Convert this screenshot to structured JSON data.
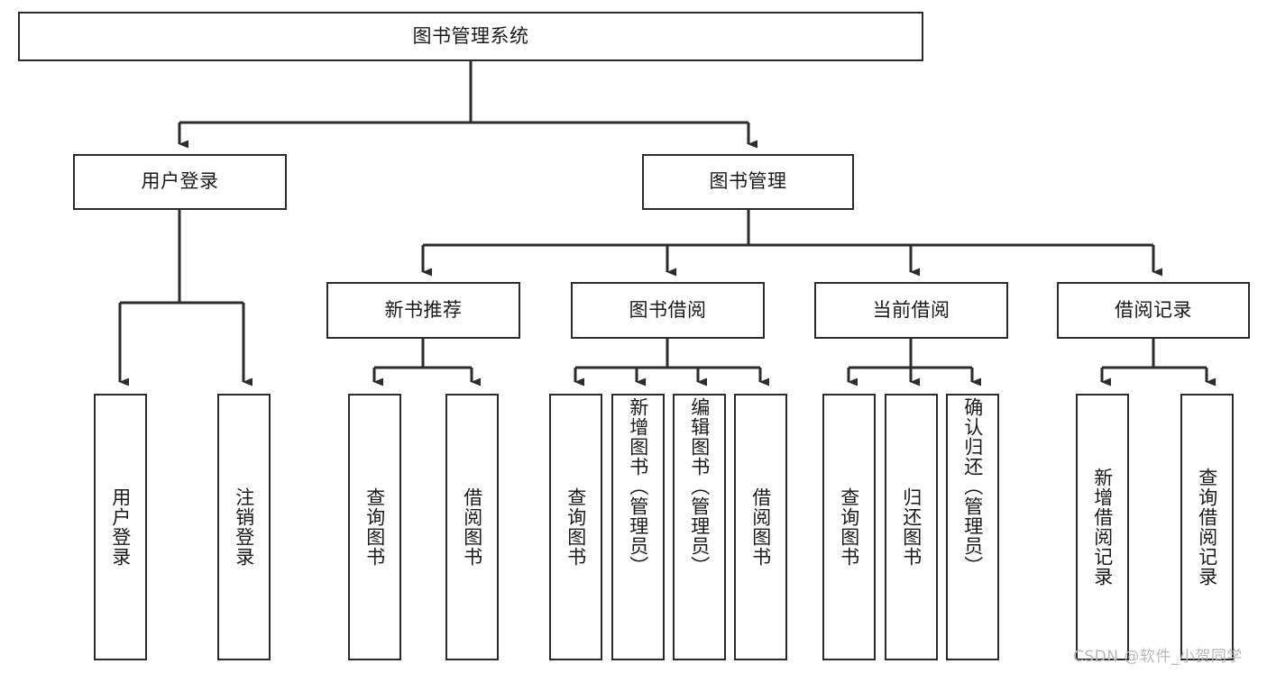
{
  "diagram": {
    "title": "图书管理系统",
    "type": "tree-hierarchy",
    "root": {
      "label": "图书管理系统"
    },
    "level2": [
      {
        "label": "用户登录"
      },
      {
        "label": "图书管理"
      }
    ],
    "level3": [
      {
        "label": "新书推荐"
      },
      {
        "label": "图书借阅"
      },
      {
        "label": "当前借阅"
      },
      {
        "label": "借阅记录"
      }
    ],
    "leaves": {
      "user_login": [
        {
          "label": "用户登录"
        },
        {
          "label": "注销登录"
        }
      ],
      "new_book_recommend": [
        {
          "label": "查询图书"
        },
        {
          "label": "借阅图书"
        }
      ],
      "book_borrow": [
        {
          "label": "查询图书"
        },
        {
          "label": "新增图书（管理员）"
        },
        {
          "label": "编辑图书（管理员）"
        },
        {
          "label": "借阅图书"
        }
      ],
      "current_borrow": [
        {
          "label": "查询图书"
        },
        {
          "label": "归还图书"
        },
        {
          "label": "确认归还（管理员）"
        }
      ],
      "borrow_record": [
        {
          "label": "新增借阅记录"
        },
        {
          "label": "查询借阅记录"
        }
      ]
    }
  },
  "watermark": {
    "text": "CSDN @软件_小贺同学"
  },
  "colors": {
    "stroke": "#2b2b2b",
    "fill": "#ffffff",
    "text": "#1a1a1a",
    "watermark": "#b8b8b8"
  }
}
